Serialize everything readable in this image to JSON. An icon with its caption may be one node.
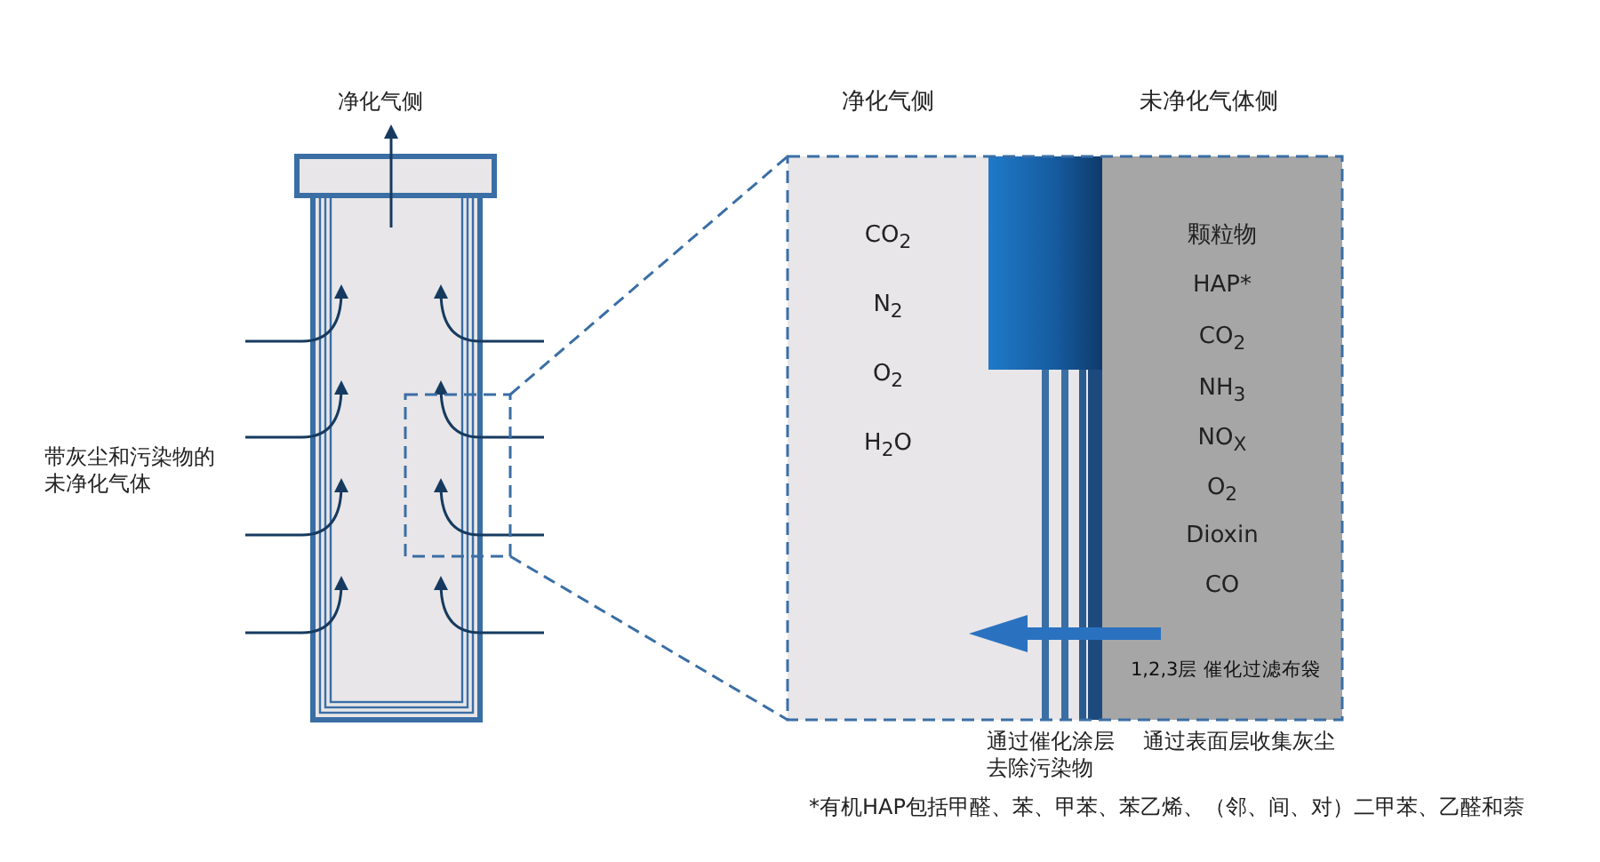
{
  "diagram": {
    "nodes": [
      {
        "text": [
          "净化气侧",
          "CO$_{2}$",
          "N$_{2}$",
          "O$_{2}$",
          "H$_{2}$O"
        ]
      },
      {
        "text": [
          "未净化气体侧",
          "颗粒物",
          "HAP*",
          "CO$_{2}$",
          "NH$_{3}$",
          "NO$_{X}$",
          "O$_{2}$",
          "Dioxin",
          "CO",
          "1,2,3层 催化过滤布袋"
        ]
      }
    ],
    "edges": [
      {
        "from": 1,
        "to": 0,
        "arrow": "to"
      }
    ],
    "labels": [
      "净化气侧",
      "带灰尘和污染物的未净化气体",
      "通过催化涂层去除污染物",
      "通过表面层收集灰尘",
      "*有机HAP包括甲醛、苯、甲苯、苯乙烯、（邻、间、对）二甲苯、乙醛和萘"
    ]
  }
}
